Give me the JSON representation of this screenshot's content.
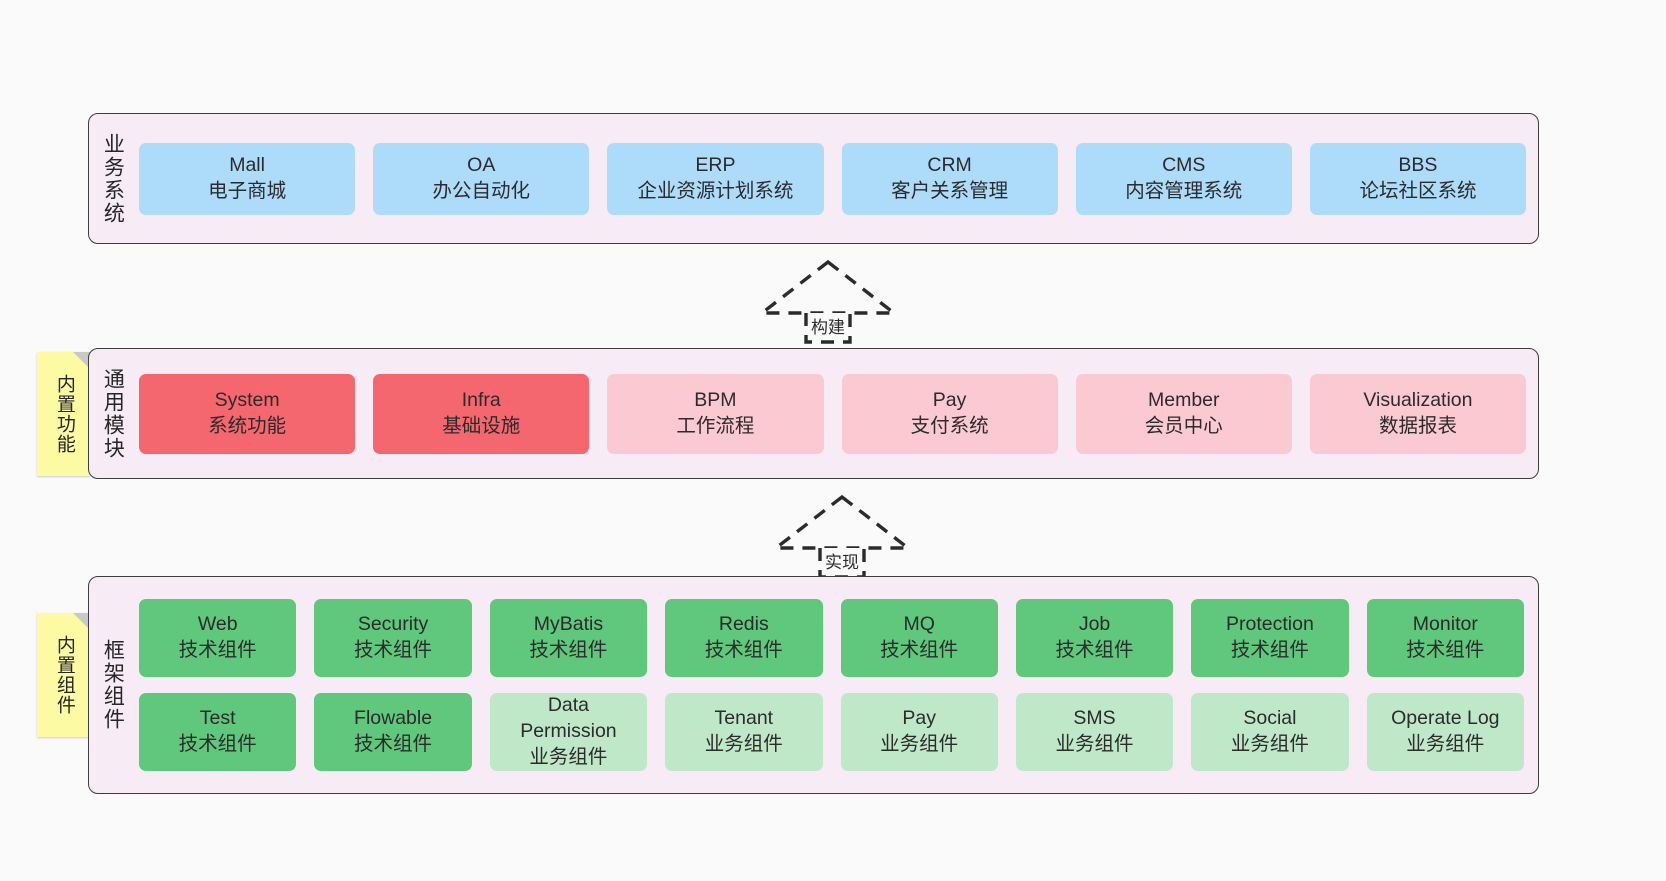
{
  "diagram": {
    "background": "#FAFAFA",
    "container_fill": "#F7EBF6",
    "container_border": "#3D3D3D"
  },
  "layers": [
    {
      "id": "business",
      "label": "业务系统",
      "card_color": "#ADDCFA",
      "cards": [
        {
          "name": "Mall",
          "desc": "电子商城"
        },
        {
          "name": "OA",
          "desc": "办公自动化"
        },
        {
          "name": "ERP",
          "desc": "企业资源计划系统"
        },
        {
          "name": "CRM",
          "desc": "客户关系管理"
        },
        {
          "name": "CMS",
          "desc": "内容管理系统"
        },
        {
          "name": "BBS",
          "desc": "论坛社区系统"
        }
      ]
    },
    {
      "id": "common",
      "label": "通用模块",
      "sticky": "内置功能",
      "sticky_color": "#FCFBA4",
      "card_color_strong": "#F4676F",
      "card_color_light": "#FBC9D2",
      "cards": [
        {
          "name": "System",
          "desc": "系统功能",
          "emphasis": "strong"
        },
        {
          "name": "Infra",
          "desc": "基础设施",
          "emphasis": "strong"
        },
        {
          "name": "BPM",
          "desc": "工作流程",
          "emphasis": "light"
        },
        {
          "name": "Pay",
          "desc": "支付系统",
          "emphasis": "light"
        },
        {
          "name": "Member",
          "desc": "会员中心",
          "emphasis": "light"
        },
        {
          "name": "Visualization",
          "desc": "数据报表",
          "emphasis": "light"
        }
      ]
    },
    {
      "id": "framework",
      "label": "框架组件",
      "sticky": "内置组件",
      "sticky_color": "#FCFBA4",
      "card_color_strong": "#5FC87C",
      "card_color_light": "#BFE8C8",
      "rows": [
        [
          {
            "name": "Web",
            "desc": "技术组件",
            "emphasis": "strong"
          },
          {
            "name": "Security",
            "desc": "技术组件",
            "emphasis": "strong"
          },
          {
            "name": "MyBatis",
            "desc": "技术组件",
            "emphasis": "strong"
          },
          {
            "name": "Redis",
            "desc": "技术组件",
            "emphasis": "strong"
          },
          {
            "name": "MQ",
            "desc": "技术组件",
            "emphasis": "strong"
          },
          {
            "name": "Job",
            "desc": "技术组件",
            "emphasis": "strong"
          },
          {
            "name": "Protection",
            "desc": "技术组件",
            "emphasis": "strong"
          },
          {
            "name": "Monitor",
            "desc": "技术组件",
            "emphasis": "strong"
          }
        ],
        [
          {
            "name": "Test",
            "desc": "技术组件",
            "emphasis": "strong"
          },
          {
            "name": "Flowable",
            "desc": "技术组件",
            "emphasis": "strong"
          },
          {
            "name": "Data",
            "name2": "Permission",
            "desc": "业务组件",
            "emphasis": "light"
          },
          {
            "name": "Tenant",
            "desc": "业务组件",
            "emphasis": "light"
          },
          {
            "name": "Pay",
            "desc": "业务组件",
            "emphasis": "light"
          },
          {
            "name": "SMS",
            "desc": "业务组件",
            "emphasis": "light"
          },
          {
            "name": "Social",
            "desc": "业务组件",
            "emphasis": "light"
          },
          {
            "name": "Operate Log",
            "desc": "业务组件",
            "emphasis": "light"
          }
        ]
      ]
    }
  ],
  "connectors": [
    {
      "id": "build",
      "label": "构建",
      "style": "dashed-hollow-triangle",
      "direction": "up"
    },
    {
      "id": "implement",
      "label": "实现",
      "style": "dashed-hollow-triangle",
      "direction": "up"
    }
  ]
}
